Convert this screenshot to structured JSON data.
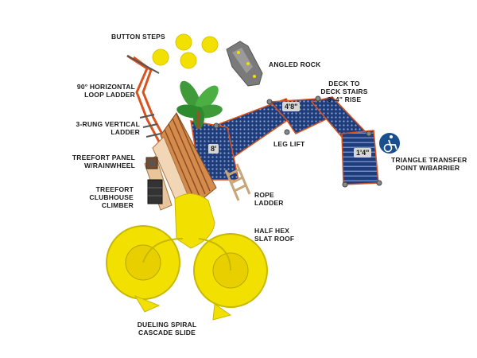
{
  "labels": {
    "button_steps": "BUTTON STEPS",
    "angled_rock": "ANGLED ROCK",
    "horizontal_ladder": "90° HORIZONTAL\nLOOP LADDER",
    "deck_stairs": "DECK TO\nDECK STAIRS\n3'-4\" RISE",
    "vertical_ladder": "3-RUNG VERTICAL\nLADDER",
    "leg_lift": "LEG LIFT",
    "treefort_panel": "TREEFORT PANEL\nW/RAINWHEEL",
    "triangle_transfer": "TRIANGLE TRANSFER\nPOINT W/BARRIER",
    "clubhouse_climber": "TREEFORT\nCLUBHOUSE\nCLIMBER",
    "rope_ladder": "ROPE\nLADDER",
    "slat_roof": "HALF HEX\nSLAT ROOF",
    "spiral_slide": "DUELING SPIRAL\nCASCADE SLIDE"
  },
  "dimensions": {
    "deck_left": "8'",
    "deck_center": "4'8\"",
    "deck_right": "1'4\""
  },
  "colors": {
    "deck_blue": "#1f3d7a",
    "slide_yellow": "#f2e000",
    "post_orange": "#d9531e",
    "wood": "#d58b4c",
    "rock_gray": "#7a7a7a",
    "accessibility_blue": "#1a4f8e"
  },
  "icons": {
    "accessibility": "wheelchair-accessibility-icon"
  }
}
